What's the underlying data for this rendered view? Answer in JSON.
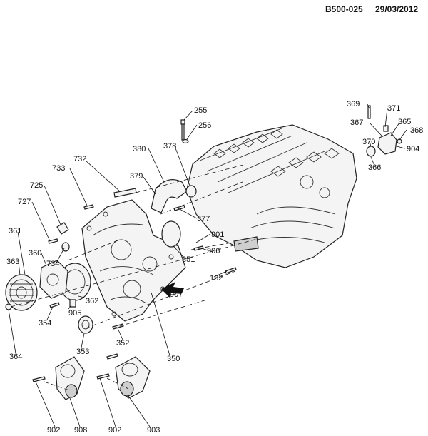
{
  "header": {
    "reference_code": "B500-025",
    "date": "29/03/2012"
  },
  "callouts": {
    "c255": "255",
    "c256": "256",
    "c369": "369",
    "c371": "371",
    "c367": "367",
    "c365": "365",
    "c368": "368",
    "c370": "370",
    "c904": "904",
    "c366": "366",
    "c380": "380",
    "c378": "378",
    "c732": "732",
    "c733": "733",
    "c379": "379",
    "c725": "725",
    "c727": "727",
    "c377": "377",
    "c361": "361",
    "c901": "901",
    "c360": "360",
    "c351": "351",
    "c906": "906",
    "c363": "363",
    "c734": "734",
    "c132": "132",
    "c907": "907",
    "c362": "362",
    "c905": "905",
    "c354": "354",
    "c352": "352",
    "c353": "353",
    "c350": "350",
    "c364": "364",
    "c902a": "902",
    "c908": "908",
    "c902b": "902",
    "c903": "903"
  }
}
